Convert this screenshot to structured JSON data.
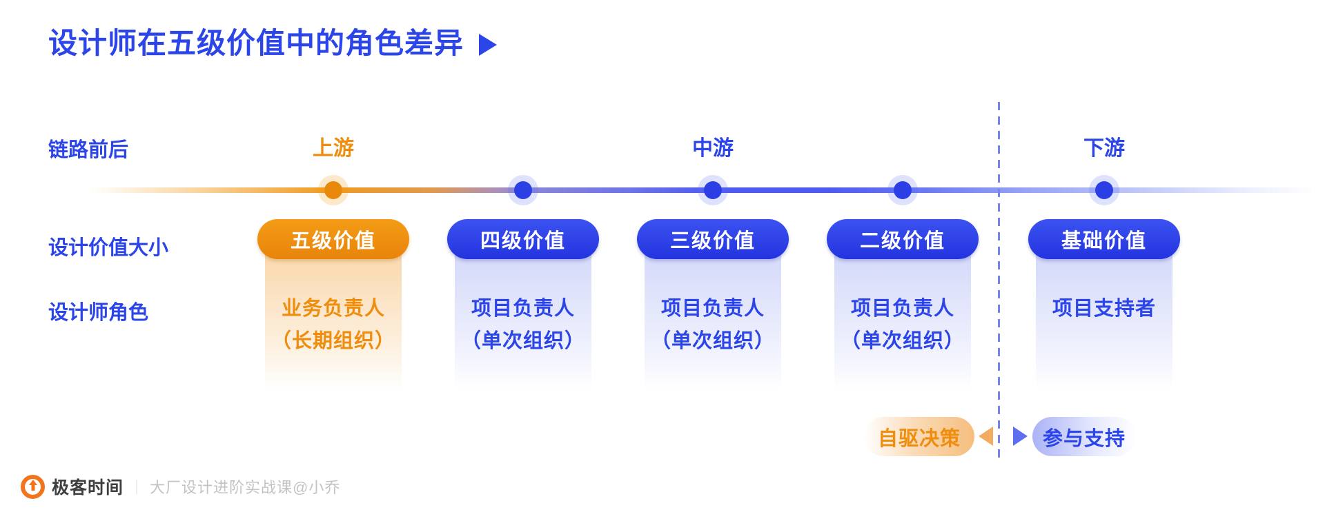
{
  "title": {
    "text": "设计师在五级价值中的角色差异"
  },
  "row_labels": {
    "chain": "链路前后",
    "value_size": "设计价值大小",
    "role": "设计师角色"
  },
  "streams": [
    {
      "label": "上游",
      "theme": "orange"
    },
    {
      "label": "中游",
      "theme": "blue"
    },
    {
      "label": "下游",
      "theme": "blue"
    }
  ],
  "columns": [
    {
      "level": "五级价值",
      "role_line1": "业务负责人",
      "role_line2": "（长期组织）",
      "theme": "orange"
    },
    {
      "level": "四级价值",
      "role_line1": "项目负责人",
      "role_line2": "（单次组织）",
      "theme": "blue"
    },
    {
      "level": "三级价值",
      "role_line1": "项目负责人",
      "role_line2": "（单次组织）",
      "theme": "blue"
    },
    {
      "level": "二级价值",
      "role_line1": "项目负责人",
      "role_line2": "（单次组织）",
      "theme": "blue"
    },
    {
      "level": "基础价值",
      "role_line1": "项目支持者",
      "role_line2": "",
      "theme": "blue"
    }
  ],
  "bottom_legend": {
    "left_label": "自驱决策",
    "right_label": "参与支持"
  },
  "footer": {
    "brand": "极客时间",
    "separator": "｜",
    "course": "大厂设计进阶实战课@小乔"
  },
  "colors": {
    "blue": "#2B45E8",
    "orange": "#EE8D0E",
    "pill_blue_top": "#3C52F0",
    "pill_blue_bottom": "#2334DF",
    "pill_orange_top": "#F49C16",
    "pill_orange_bottom": "#E8840B",
    "panel_blue": "rgba(168,178,243,0.55)",
    "panel_orange": "rgba(243,176,88,0.55)",
    "dot_blue": "#2B3FE4",
    "dot_orange": "#E8890B",
    "halo_blue": "rgba(88,108,240,0.2)",
    "halo_orange": "rgba(242,153,15,0.22)",
    "dashed": "#7384EE",
    "legend_orange_bg": "#F5BE7E",
    "legend_blue_bg": "#ABB3F6",
    "tri_orange": "#F1AC61",
    "tri_blue": "#5E6EF0",
    "footer_brand": "#3E3E3E",
    "footer_muted": "#C3C3C6",
    "logo_orange": "#F2751D"
  }
}
